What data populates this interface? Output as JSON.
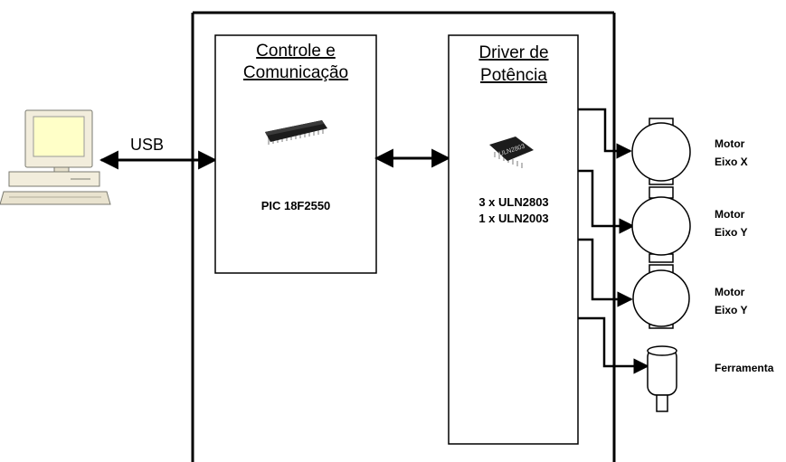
{
  "diagram": {
    "controller_block": {
      "title_line1": "Controle e",
      "title_line2": "Comunicação",
      "chip_label": "PIC 18F2550"
    },
    "driver_block": {
      "title_line1": "Driver de",
      "title_line2": "Potência",
      "chip_line1": "3 x ULN2803",
      "chip_line2": "1 x ULN2003",
      "chip_marking": "ULN2803"
    },
    "usb_label": "USB",
    "outputs": [
      {
        "line1": "Motor",
        "line2": "Eixo X"
      },
      {
        "line1": "Motor",
        "line2": "Eixo Y"
      },
      {
        "line1": "Motor",
        "line2": "Eixo Y"
      },
      {
        "line1": "Ferramenta",
        "line2": ""
      }
    ],
    "colors": {
      "line": "#000000",
      "computer_beige": "#f2eddc",
      "screen_yellow": "#ffffc8",
      "motor_fill": "#ffffff",
      "chip_black": "#1c1c1c"
    }
  }
}
